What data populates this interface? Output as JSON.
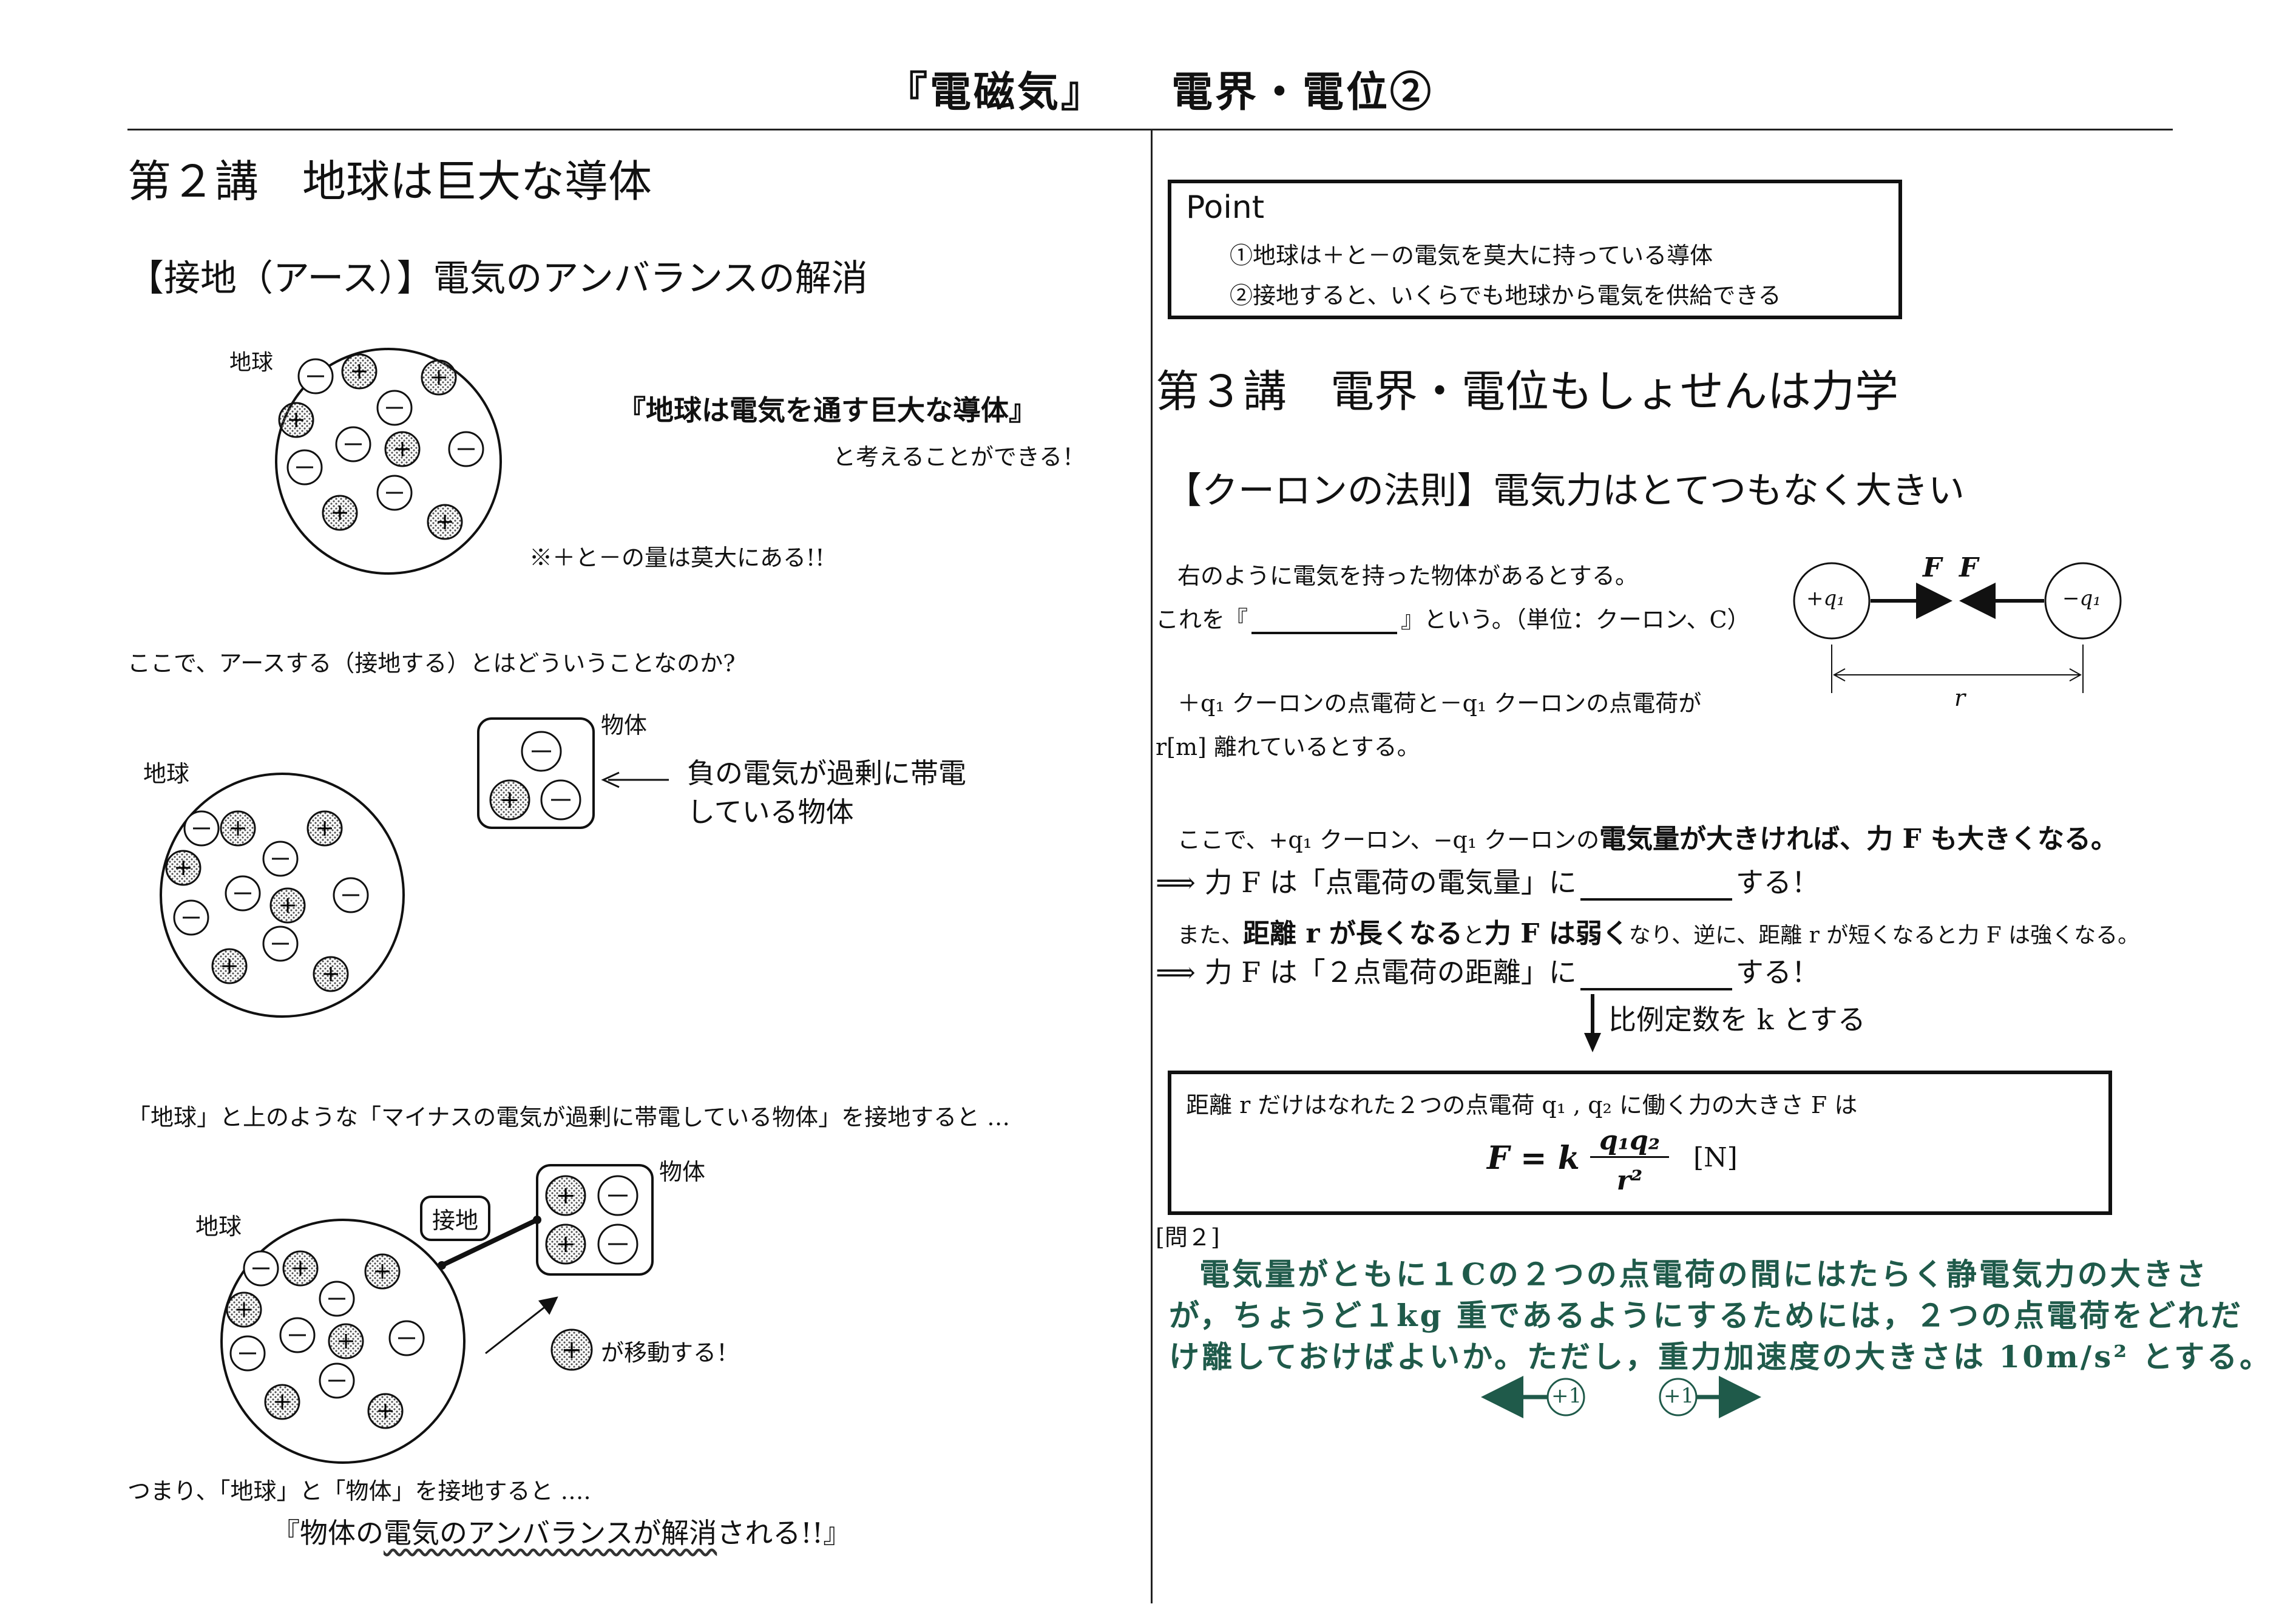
{
  "header": {
    "title": "『電磁気』　　電界・電位②"
  },
  "left": {
    "lecture_title": "第２講　地球は巨大な導体",
    "section_title": "【接地（アース）】電気のアンバランスの解消",
    "fig1": {
      "label_earth": "地球"
    },
    "quote1": "『地球は電気を通す巨大な導体』",
    "quote1_sub": "と考えることができる！",
    "note1": "※＋と－の量は莫大にある!!",
    "question": "ここで、アースする（接地する）とはどういうことなのか?",
    "fig2": {
      "label_earth": "地球",
      "label_object": "物体",
      "desc_line1": "負の電気が過剰に帯電",
      "desc_line2": "している物体"
    },
    "intro3": "「地球」と上のような「マイナスの電気が過剰に帯電している物体」を接地すると …",
    "fig3": {
      "label_earth": "地球",
      "label_ground": "接地",
      "label_object": "物体",
      "moves": "が移動する！"
    },
    "conclusion_intro": "つまり、「地球」と「物体」を接地すると ….",
    "conclusion": {
      "part1": "『物体の",
      "part2": "電気のアンバランスが解消",
      "part3": "される!!』"
    }
  },
  "right": {
    "point": {
      "title": "Point",
      "line1": "①地球は＋と－の電気を莫大に持っている導体",
      "line2": "②接地すると、いくらでも地球から電気を供給できる"
    },
    "lecture_title": "第３講　電界・電位もしょせんは力学",
    "section_title": "【クーロンの法則】電気力はとてつもなく大きい",
    "line1": "右のように電気を持った物体があるとする。",
    "line2_a": "これを『",
    "line2_b": "』という。（単位：クーロン、C）",
    "fig": {
      "F_left": "F",
      "F_right": "F",
      "plus_q1": "+q₁",
      "minus_q1": "−q₁",
      "r": "r"
    },
    "line3": "＋q₁ クーロンの点電荷と－q₁ クーロンの点電荷が",
    "line4": "r[m] 離れているとする。",
    "line5_a": "ここで、+q₁ クーロン、−q₁ クーロンの",
    "line5_b": "電気量が大きければ、力 F も大きくなる。",
    "line6_a": "⟹ 力 F は「点電荷の電気量」に",
    "line6_b": "する！",
    "line7_a": "また、",
    "line7_b": "距離 r が長くなる",
    "line7_c": "と",
    "line7_d": "力 F は弱く",
    "line7_e": "なり、逆に、距離 r が短くなると力 F は強くなる。",
    "line8_a": "⟹ 力 F は「２点電荷の距離」に",
    "line8_b": "する！",
    "proportional": "比例定数を k とする",
    "formula_box": {
      "statement": "距離 r だけはなれた２つの点電荷 q₁ , q₂ に働く力の大きさ F は",
      "lhs": "F = k",
      "numerator": "q₁q₂",
      "denominator": "r²",
      "unit": "[N]"
    },
    "problem": {
      "label": "[問２]",
      "line1": "電気量がともに１Cの２つの点電荷の間にはたらく静電気力の大きさ",
      "line2": "が，ちょうど１kg 重であるようにするためには，２つの点電荷をどれだ",
      "line3": "け離しておけばよいか。ただし，重力加速度の大きさは 10m/s² とする。",
      "charge1": "+1",
      "charge2": "+1"
    }
  },
  "colors": {
    "text": "#111111",
    "green": "#1f5a4a",
    "dots": "#555555"
  }
}
